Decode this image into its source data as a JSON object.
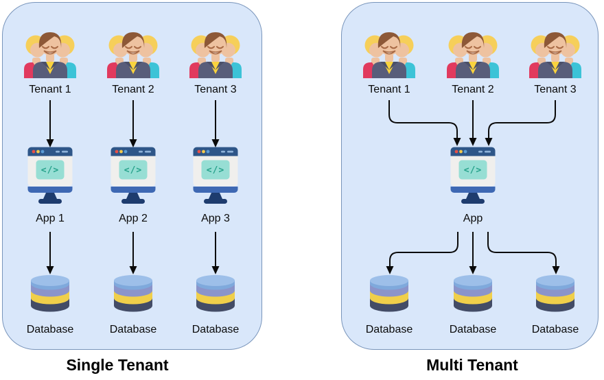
{
  "panels": [
    {
      "title": "Single Tenant",
      "tenants": [
        "Tenant 1",
        "Tenant 2",
        "Tenant 3"
      ],
      "apps": [
        "App 1",
        "App 2",
        "App 3"
      ],
      "databases": [
        "Database",
        "Database",
        "Database"
      ]
    },
    {
      "title": "Multi Tenant",
      "tenants": [
        "Tenant 1",
        "Tenant 2",
        "Tenant 3"
      ],
      "apps": [
        "App"
      ],
      "databases": [
        "Database",
        "Database",
        "Database"
      ]
    }
  ],
  "icons": {
    "app_screen_glyph": "</>",
    "tenant_icon": "users-group-icon",
    "app_icon": "code-monitor-icon",
    "database_icon": "database-cylinder-icon"
  },
  "colors": {
    "panel_background": "#d9e7fa",
    "panel_border": "#7894ba",
    "arrow": "#0a0a0a",
    "label_text": "#0a0a0a",
    "title_text": "#000000",
    "monitor_header": "#2e5688",
    "monitor_body": "#f0efed",
    "monitor_screen": "#97ded4",
    "monitor_code_text": "#27a28b",
    "monitor_strip": "#3e68b3",
    "monitor_stand": "#1e3c6e",
    "db_top": "#9dbfe9",
    "db_side_blue": "#7fa9dc",
    "db_band_periwinkle": "#8b94ca",
    "db_band_yellow": "#f0cf4a",
    "db_band_dark": "#434c66",
    "person_skin": "#eec2a0",
    "person_hair_brown": "#8d5837",
    "person_hair_blonde": "#f6cf5a",
    "person_suit": "#585d7a",
    "person_shirt_yellow": "#f9d33e",
    "person_top_red": "#e13a5e",
    "person_top_teal": "#3cc3d7"
  }
}
